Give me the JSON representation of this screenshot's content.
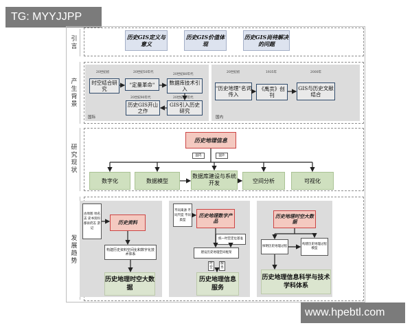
{
  "watermark": {
    "top_left": "TG: MYYJJPP",
    "bottom_right": "www.hpebtl.com"
  },
  "sections": {
    "intro": "引言",
    "background": "产生背景",
    "status": "研究现状",
    "trend": "发展趋势"
  },
  "intro_boxes": [
    "历史GIS定义与意义",
    "历史GIS价值体现",
    "历史GIS尚待解决的问题"
  ],
  "background": {
    "intl": {
      "tag": "国际",
      "row1": [
        "时空结合研究",
        "\"定量革命\"",
        "数据库技术引入"
      ],
      "row1_labels": [
        "20世纪初",
        "20世纪50年代",
        "20世纪80年代"
      ],
      "row2": [
        "历史GIS开山之作",
        "GIS引入历史研究"
      ],
      "row2_labels": [
        "20世纪90年代",
        "20世纪90年代"
      ]
    },
    "domestic": {
      "tag": "国内",
      "boxes": [
        "\"历史地理\"名词传入",
        "《禹贡》创刊",
        "GIS与历史文献结合"
      ],
      "labels": [
        "20世纪初",
        "1935年",
        "2000年"
      ]
    }
  },
  "status": {
    "top": "历史地理信息",
    "tags": [
      "国内",
      "国外"
    ],
    "items": [
      "数字化",
      "数据模型",
      "数据库建设与系统开发",
      "空间分析",
      "可视化"
    ]
  },
  "trend": {
    "col1": {
      "sources": "古地图 地名志 史书资料 都县府志 游记",
      "scroll": "历史资料",
      "process": "构建历史资料空间化和数字化技术体系",
      "result": "历史地理时空大数据"
    },
    "col2": {
      "sources": "不同来源 不同尺度 不同类型",
      "scroll": "历史地理数字产品",
      "unify": "统一时空定位基准",
      "framework": "建设历史地理空间框架",
      "tags": [
        "时空",
        "服务"
      ],
      "result": "历史地理信息服务"
    },
    "col3": {
      "scroll": "历史地理时空大数据",
      "left": "探明历史地理过程",
      "right": "构建历史地理过程模型",
      "result": "历史地理信息科学与技术学科体系"
    }
  }
}
